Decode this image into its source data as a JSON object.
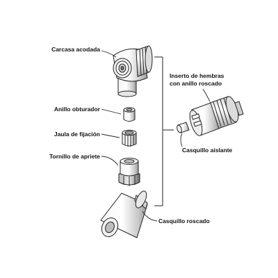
{
  "diagram": {
    "labels": {
      "carcasa_acodada": "Carcasa acodada",
      "anillo_obturador": "Anillo obturador",
      "jaula_de_fijacion": "Jaula de fijación",
      "tornillo_de_apriete": "Tornillo de apriete",
      "casquillo_roscado": "Casquillo roscado",
      "inserto_line1": "Inserto de hembras",
      "inserto_line2": "con anillo roscado",
      "casquillo_aislante": "Casquillo aislante"
    }
  }
}
